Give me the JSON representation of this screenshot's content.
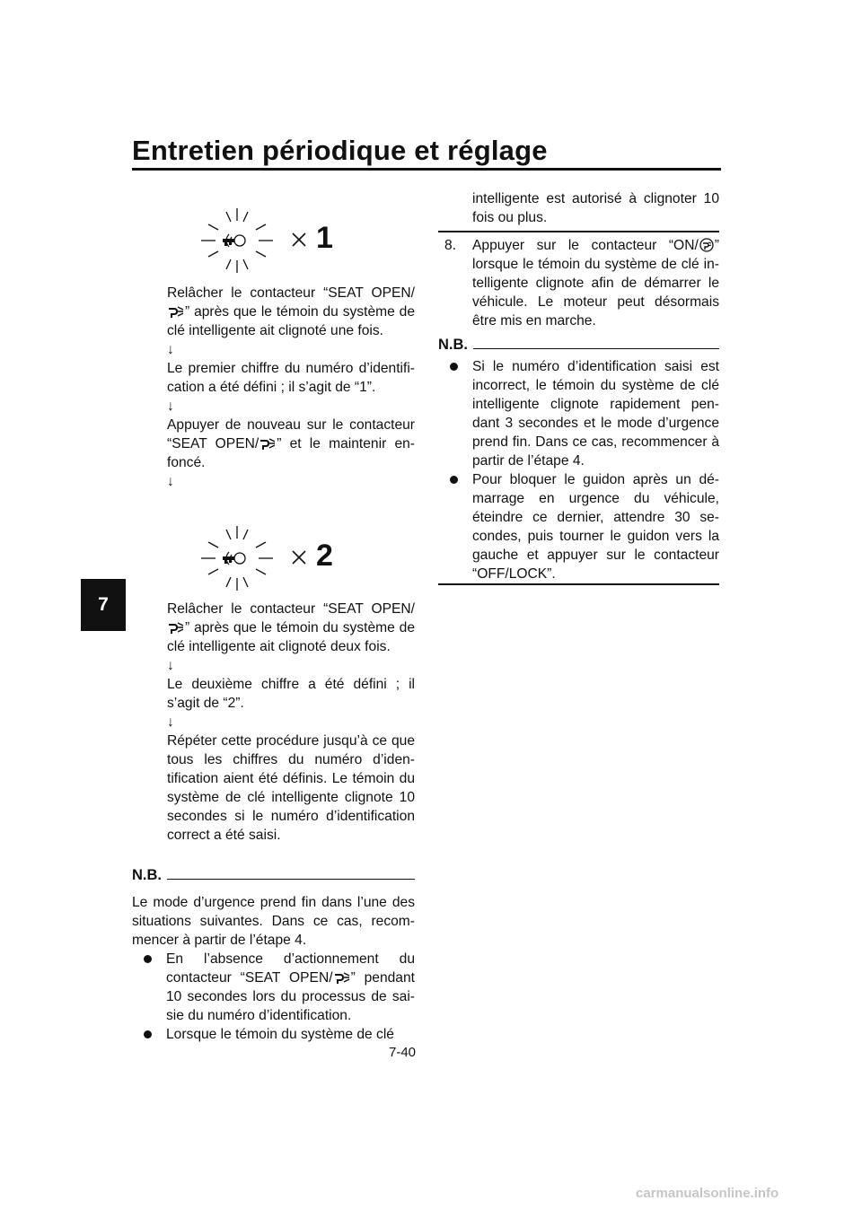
{
  "header": {
    "title": "Entretien périodique et réglage"
  },
  "chapter_tab": "7",
  "page_number": "7-40",
  "watermark": "carmanualsonline.info",
  "left_column": {
    "figure1": {
      "count": "1"
    },
    "para1": {
      "before_icon": "Relâcher le contacteur “SEAT OPEN/",
      "after_icon": "” après que le témoin du système de clé intelligente ait clignoté une fois."
    },
    "arrow1": "↓",
    "para2": "Le premier chiffre du numéro d’identifi-cation a été défini ; il s’agit de “1”.",
    "arrow2": "↓",
    "para3": {
      "before_icon": "Appuyer de nouveau sur le contacteur “SEAT OPEN/",
      "after_icon": "” et le maintenir en-foncé."
    },
    "arrow3": "↓",
    "figure2": {
      "count": "2"
    },
    "para4": {
      "before_icon": "Relâcher le contacteur “SEAT OPEN/",
      "after_icon": "” après que le témoin du système de clé intelligente ait clignoté deux fois."
    },
    "arrow4": "↓",
    "para5": "Le deuxième chiffre a été défini ; il s’agit de “2”.",
    "arrow5": "↓",
    "para6": "Répéter cette procédure jusqu’à ce que tous les chiffres du numéro d’iden-tification aient été définis. Le témoin du système de clé intelligente clignote 10 secondes si le numéro d’identification correct a été saisi.",
    "nb_label": "N.B.",
    "nb_intro": "Le mode d’urgence prend fin dans l’une des situations suivantes. Dans ce cas, recom-mencer à partir de l’étape 4.",
    "nb_bullet1": {
      "before_icon": "En l’absence d’actionnement du contacteur “SEAT OPEN/",
      "after_icon": "” pendant 10 secondes lors du processus de sai-sie du numéro d’identification."
    },
    "nb_bullet2": "Lorsque le témoin du système de clé"
  },
  "right_column": {
    "continued": "intelligente est autorisé à clignoter 10 fois ou plus.",
    "step8": {
      "number": "8.",
      "before_icon": "Appuyer sur le contacteur “ON/",
      "after_icon": "” lorsque le témoin du système de clé in-telligente clignote afin de démarrer le véhicule. Le moteur peut désormais être mis en marche."
    },
    "nb_label": "N.B.",
    "nb_bullets": [
      "Si le numéro d’identification saisi est incorrect, le témoin du système de clé intelligente clignote rapidement pen-dant 3 secondes et le mode d’urgence prend fin. Dans ce cas, recommencer à partir de l’étape 4.",
      "Pour bloquer le guidon après un dé-marrage en urgence du véhicule, éteindre ce dernier, attendre 30 se-condes, puis tourner le guidon vers la gauche et appuyer sur le contacteur “OFF/LOCK”."
    ]
  },
  "icons": {
    "seat_open_switch": "key-signal-icon",
    "smart_key_indicator": "smart-key-indicator-icon",
    "on_switch": "key-circle-icon"
  },
  "colors": {
    "text": "#111111",
    "chapter_tab_bg": "#111111",
    "watermark": "#c6c6c6"
  }
}
